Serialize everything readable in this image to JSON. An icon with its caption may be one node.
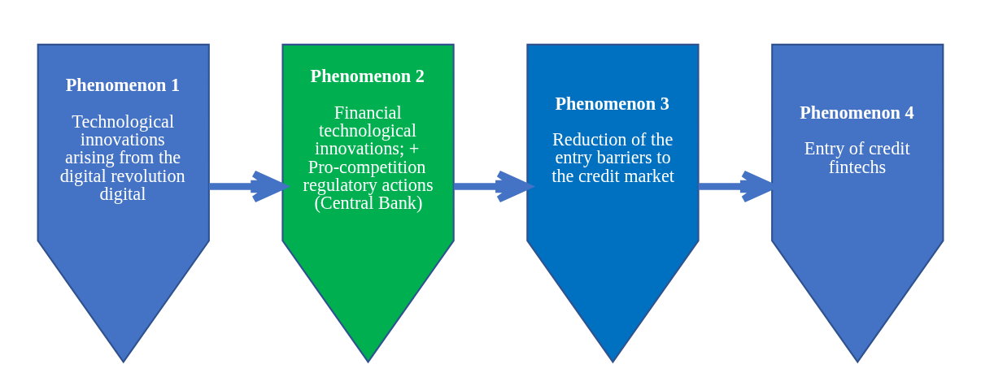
{
  "diagram": {
    "nodes": [
      {
        "text": [
          "Phenomenon 1",
          "Technological innovations arising from the digital revolution digital"
        ]
      },
      {
        "text": [
          "Phenomenon 2",
          "Financial technological innovations; + Pro-competition regulatory actions (Central Bank)"
        ]
      },
      {
        "text": [
          "Phenomenon 3",
          "Reduction of the entry barriers to the credit market"
        ]
      },
      {
        "text": [
          "Phenomenon 4",
          "Entry of credit fintechs"
        ]
      }
    ],
    "edges": [
      {
        "from": 0,
        "to": 1,
        "arrow": "to"
      },
      {
        "from": 1,
        "to": 2,
        "arrow": "to"
      },
      {
        "from": 2,
        "to": 3,
        "arrow": "to"
      }
    ]
  }
}
